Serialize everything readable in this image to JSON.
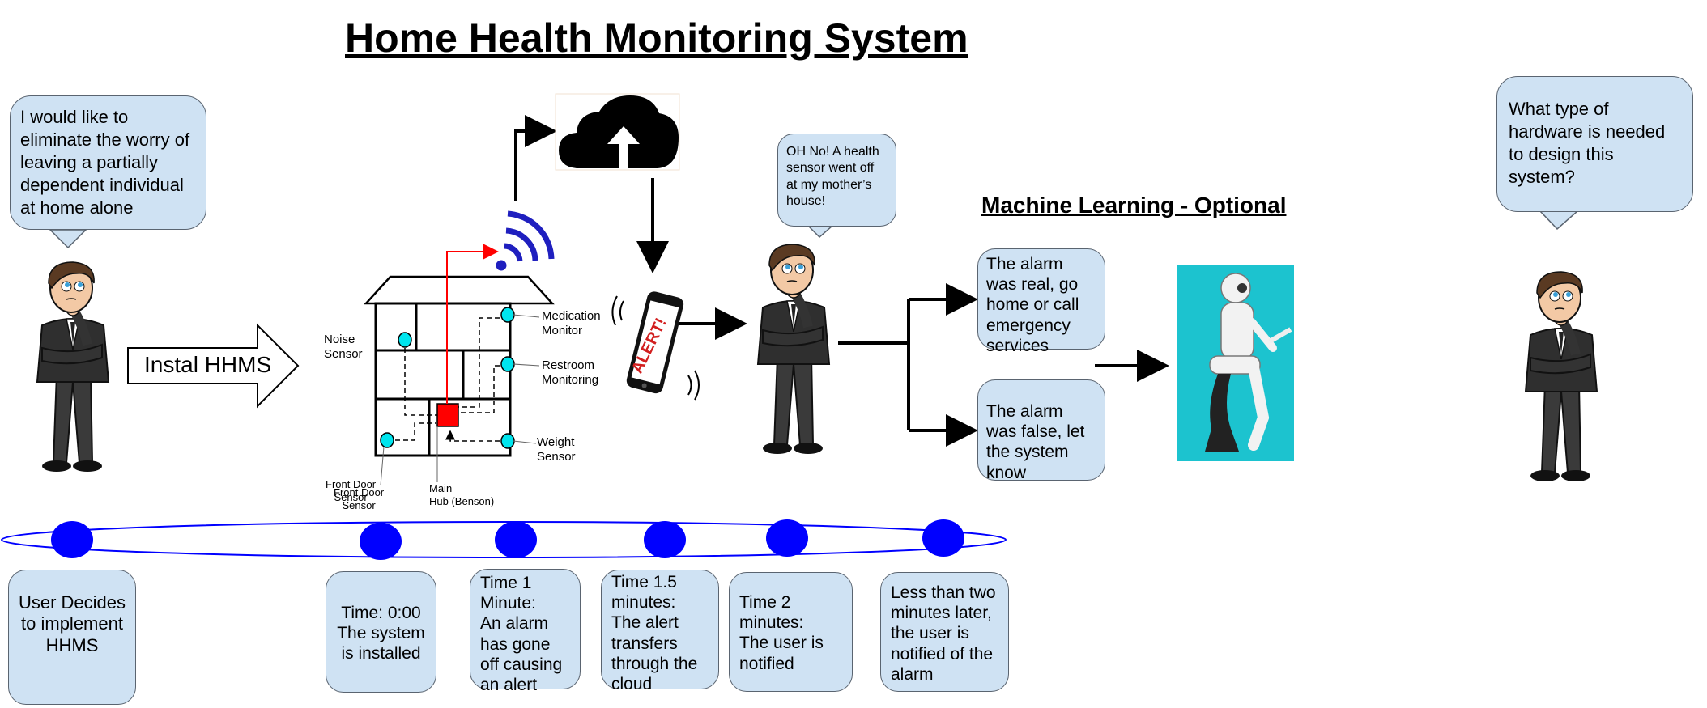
{
  "title": "Home Health Monitoring System",
  "subtitle": "Machine Learning - Optional",
  "bubbles": {
    "user_worry": "I would like to eliminate the worry of leaving a partially dependent individual at home alone",
    "alert_thought": "OH No! A health sensor went off at my mother’s house!",
    "hardware_question": "What type of hardware is needed to design this system?"
  },
  "install_arrow": "Instal HHMS",
  "house_labels": {
    "noise": "Noise\nSensor",
    "medication": "Medication\nMonitor",
    "restroom": "Restroom\nMonitoring",
    "weight": "Weight\nSensor",
    "front_door_a": "Front Door\nSensor",
    "front_door_b": "Front Door\nSensor",
    "hub": "Main\nHub (Benson)"
  },
  "phone_text": "ALERT!",
  "ml_options": {
    "real": "The alarm was real, go home or call emergency services",
    "false": "The alarm was false, let the system know"
  },
  "timeline": [
    "User Decides to implement HHMS",
    "Time: 0:00\nThe system is installed",
    "Time 1 Minute:\nAn alarm has gone off causing an alert",
    "Time 1.5 minutes:\nThe alert transfers through the cloud",
    "Time 2 minutes:\nThe user is notified",
    "Less than two minutes later, the user is notified of the alarm"
  ],
  "colors": {
    "bubble_fill": "#cfe2f3",
    "timeline_blue": "#0000ff",
    "sensor_cyan": "#00e5ee",
    "hub_red": "#ff0000",
    "robot_bg": "#1cc3cf"
  }
}
